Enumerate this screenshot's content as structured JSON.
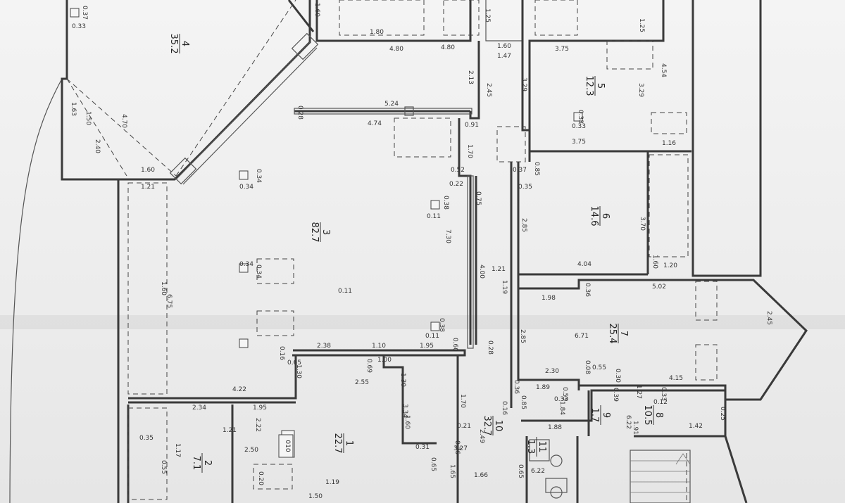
{
  "rooms": [
    {
      "id": "4",
      "num": "4",
      "area": "35.2"
    },
    {
      "id": "5",
      "num": "5",
      "area": "12.3"
    },
    {
      "id": "3",
      "num": "3",
      "area": "82.7"
    },
    {
      "id": "6",
      "num": "6",
      "area": "14.6"
    },
    {
      "id": "7",
      "num": "7",
      "area": "25.4"
    },
    {
      "id": "10",
      "num": "10",
      "area": "32.7"
    },
    {
      "id": "1",
      "num": "1",
      "area": "22.7"
    },
    {
      "id": "2",
      "num": "2",
      "area": "7.1"
    },
    {
      "id": "9",
      "num": "9",
      "area": "1.7"
    },
    {
      "id": "8",
      "num": "8",
      "area": "10.5"
    },
    {
      "id": "11",
      "num": "11",
      "area": "1.3"
    }
  ],
  "tag_box": "010",
  "dims": [
    "0.37",
    "0.33",
    "1.60",
    "1.80",
    "4.80",
    "4.80",
    "1.25",
    "1.60",
    "1.47",
    "3.75",
    "1.25",
    "4.54",
    "2.13",
    "2.45",
    "3.29",
    "3.29",
    "5.24",
    "4.74",
    "0.28",
    "0.91",
    "1.70",
    "0.52",
    "0.37",
    "0.85",
    "0.22",
    "0.75",
    "0.35",
    "0.33",
    "0.33",
    "3.75",
    "1.16",
    "1.63",
    "4.70",
    "1.50",
    "2.40",
    "1.60",
    "1.21",
    "0.34",
    "0.34",
    "0.38",
    "0.11",
    "7.30",
    "2.85",
    "3.70",
    "4.04",
    "1.20",
    "1.60",
    "0.34",
    "0.34",
    "6.75",
    "1.60",
    "4.00",
    "1.21",
    "0.11",
    "1.19",
    "1.98",
    "0.36",
    "5.02",
    "2.45",
    "6.71",
    "2.85",
    "2.38",
    "1.10",
    "1.95",
    "0.60",
    "1.00",
    "0.69",
    "0.16",
    "0.38",
    "0.11",
    "0.65",
    "1.30",
    "2.55",
    "1.30",
    "0.28",
    "2.30",
    "0.08",
    "0.55",
    "0.30",
    "4.15",
    "4.22",
    "2.34",
    "1.95",
    "1.89",
    "0.16",
    "0.36",
    "0.85",
    "1.84",
    "0.33",
    "0.53",
    "0.39",
    "1.27",
    "0.33",
    "0.12",
    "2.22",
    "1.21",
    "3.34",
    "1.60",
    "1.70",
    "0.35",
    "1.17",
    "1.88",
    "0.21",
    "0.31",
    "0.65",
    "0.76",
    "2.49",
    "3.27",
    "1.66",
    "1.42",
    "0.25",
    "1.91",
    "6.22",
    "2.50",
    "0.20",
    "1.19",
    "0.65",
    "1.65",
    "6.22",
    "0.55",
    "1.50"
  ]
}
